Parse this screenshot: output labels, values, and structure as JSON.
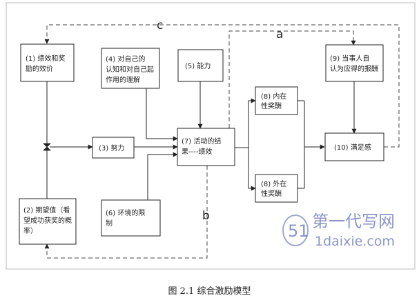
{
  "diagram": {
    "nodes": [
      {
        "id": "n1",
        "lines": [
          "(1) 绩效和奖",
          "励的效价"
        ]
      },
      {
        "id": "n2",
        "lines": [
          "(2) 期望值（看",
          "望成功获奖的概",
          "率）"
        ]
      },
      {
        "id": "n3",
        "lines": [
          "(3) 努力"
        ]
      },
      {
        "id": "n4",
        "lines": [
          "(4) 对自己的",
          "认知和对自己起",
          "作用的理解"
        ]
      },
      {
        "id": "n5",
        "lines": [
          "(5) 能力"
        ]
      },
      {
        "id": "n6",
        "lines": [
          "(6) 环境的限",
          "制"
        ]
      },
      {
        "id": "n7",
        "lines": [
          "(7) 活动的结",
          "果----绩效"
        ]
      },
      {
        "id": "n8a",
        "lines": [
          "(8) 内在",
          "性奖酬"
        ]
      },
      {
        "id": "n8b",
        "lines": [
          "(8) 外在",
          "性奖酬"
        ]
      },
      {
        "id": "n9",
        "lines": [
          "(9) 当事人自",
          "认为应得的报酬"
        ]
      },
      {
        "id": "n10",
        "lines": [
          "(10) 满足感"
        ]
      }
    ],
    "edge_labels": {
      "a": "a",
      "b": "b",
      "c": "c"
    }
  },
  "watermark": {
    "logo": "51",
    "text_cn": "第一代写网",
    "text_en": "1daixie.com"
  },
  "caption": "图 2.1  综合激励模型"
}
